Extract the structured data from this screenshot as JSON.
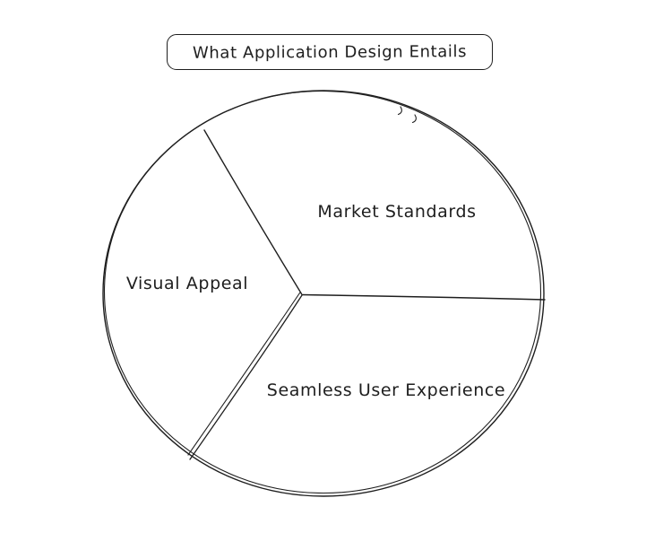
{
  "page": {
    "background": "#ffffff",
    "stroke_color": "#1e1e1e"
  },
  "title_box": {
    "label": "What Application Design Entails"
  },
  "chart_data": {
    "type": "pie",
    "title": "What Application Design Entails",
    "style": "hand-drawn outline, no fill, black strokes on white",
    "legend": false,
    "slices": [
      {
        "label": "Market Standards",
        "value_pct": 34,
        "angle_deg": 122,
        "position": "upper-right"
      },
      {
        "label": "Visual Appeal",
        "value_pct": 32,
        "angle_deg": 115,
        "position": "left"
      },
      {
        "label": "Seamless User Experience",
        "value_pct": 34,
        "angle_deg": 123,
        "position": "bottom"
      }
    ]
  }
}
